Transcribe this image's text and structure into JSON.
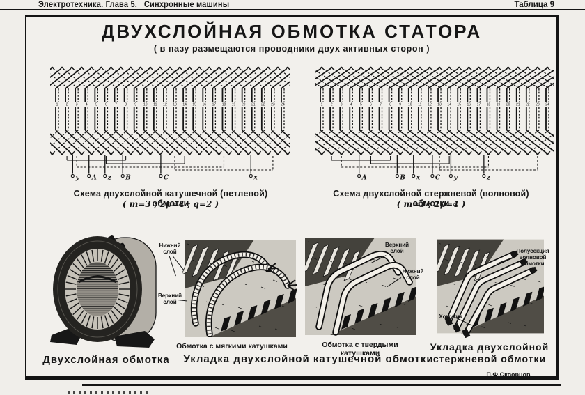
{
  "colors": {
    "ink": "#151515",
    "paper": "#f0eeea"
  },
  "page": {
    "header_left": "Электротехника. Глава 5.   Синхронные машины",
    "header_right": "Таблица 9",
    "title": "ДВУХСЛОЙНАЯ ОБМОТКА СТАТОРА",
    "subtitle": "( в пазу размещаются проводники двух активных сторон )",
    "signature": "П.Ф.Скворцов"
  },
  "slot_numbers": [
    "1",
    "2",
    "3",
    "4",
    "5",
    "6",
    "7",
    "8",
    "9",
    "10",
    "11",
    "12",
    "13",
    "14",
    "15",
    "16",
    "17",
    "18",
    "19",
    "20",
    "21",
    "22",
    "23",
    "24"
  ],
  "diagrams": [
    {
      "caption": "Схема двухслойной катушечной (петлевой) обмотки",
      "parameters": "( m=3 ; 2p=4 ; q=2 )",
      "terminals": [
        "y",
        "A",
        "z",
        "B",
        "C",
        "x"
      ]
    },
    {
      "caption": "Схема двухслойной стержневой (волновой) обмотки",
      "parameters": "( m=3 ; 2p=4 )",
      "terminals": [
        "A",
        "B",
        "x",
        "C",
        "y",
        "z"
      ]
    }
  ],
  "photos": [
    {
      "caption": "Двухслойная обмотка",
      "annotations": []
    },
    {
      "caption": "Обмотка с мягкими катушками",
      "annotations": [
        "Нижний слой",
        "Верхний слой"
      ]
    },
    {
      "caption": "Обмотка с твердыми катушками",
      "annotations": [
        "Верхний слой",
        "Нижний слой"
      ]
    },
    {
      "caption": "Укладка двухслойной стержневой обмотки",
      "annotations": [
        "Полусекция волновой обмотки",
        "Хомутик"
      ]
    }
  ],
  "group_caption": "Укладка двухслойной катушечной обмотки"
}
